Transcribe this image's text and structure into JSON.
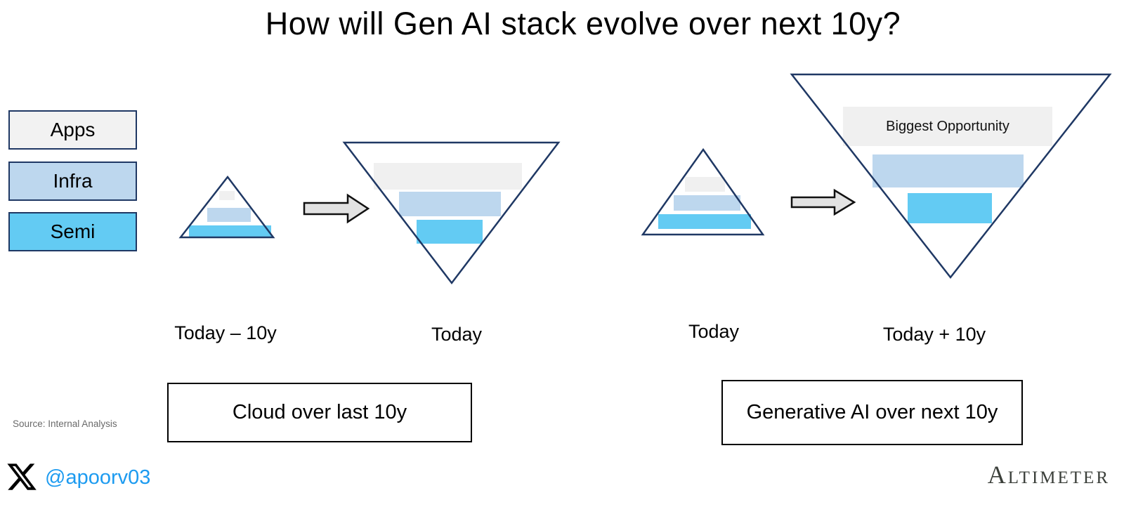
{
  "title": "How will Gen AI stack evolve over next 10y?",
  "legend": {
    "items": [
      {
        "label": "Apps",
        "color": "#f2f2f2"
      },
      {
        "label": "Infra",
        "color": "#bdd7ee"
      },
      {
        "label": "Semi",
        "color": "#63cbf3"
      }
    ]
  },
  "colors": {
    "triangle_outline": "#1f3864",
    "apps_layer": "#f0f0f0",
    "infra_layer": "#bdd7ee",
    "semi_layer": "#63cbf3",
    "arrow_fill": "#e2e2e2",
    "handle_blue": "#1d9bf0",
    "brand_gray": "#3b3f3a"
  },
  "left_panel": {
    "small_triangle_label": "Today – 10y",
    "large_triangle_label": "Today",
    "caption": "Cloud over last 10y"
  },
  "right_panel": {
    "small_triangle_label": "Today",
    "large_triangle_label": "Today + 10y",
    "opportunity_label": "Biggest Opportunity",
    "caption": "Generative AI over next 10y"
  },
  "footer": {
    "source": "Source: Internal Analysis",
    "handle": "@apoorv03",
    "brand": "Altimeter"
  }
}
